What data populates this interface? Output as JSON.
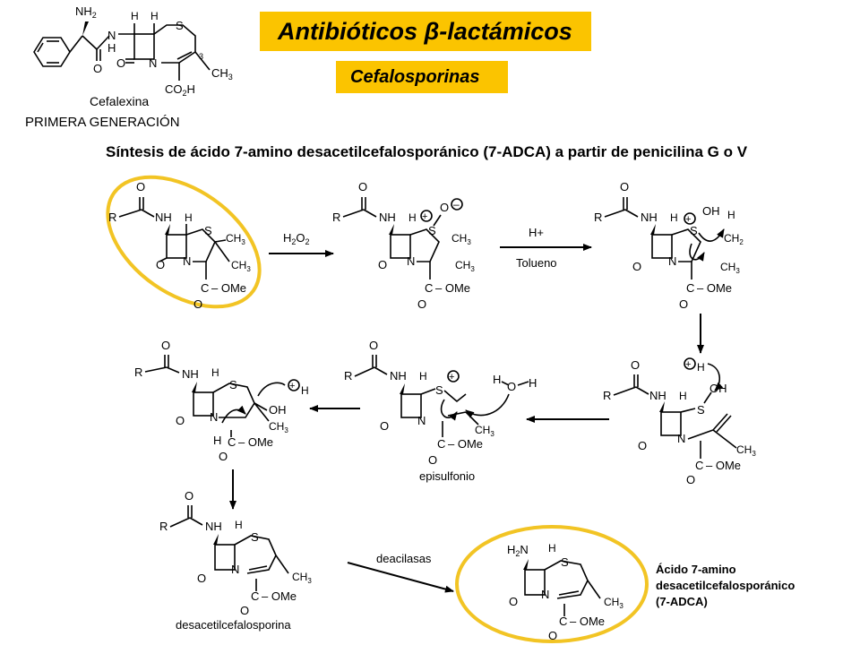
{
  "header": {
    "main_title": "Antibióticos β-lactámicos",
    "subtitle": "Cefalosporinas",
    "generation_label": "PRIMERA GENERACIÓN",
    "section_title": "Síntesis de ácido 7-amino desacetilcefalosporánico (7-ADCA) a partir de penicilina G o V"
  },
  "cefalexina": {
    "name": "Cefalexina"
  },
  "reaction": {
    "step1_reagent": "H2O2",
    "step2_reagent": "H+",
    "step2_solvent": "Tolueno",
    "episulfonio_label": "episulfonio",
    "desacetil_label": "desacetilcefalosporina",
    "deacylase_label": "deacilasas",
    "product_label_line1": "Ácido 7-amino",
    "product_label_line2": "desacetilcefalosporánico",
    "product_label_line3": "(7-ADCA)"
  },
  "colors": {
    "accent": "#fbc400",
    "highlight_ring": "#f2c424"
  }
}
